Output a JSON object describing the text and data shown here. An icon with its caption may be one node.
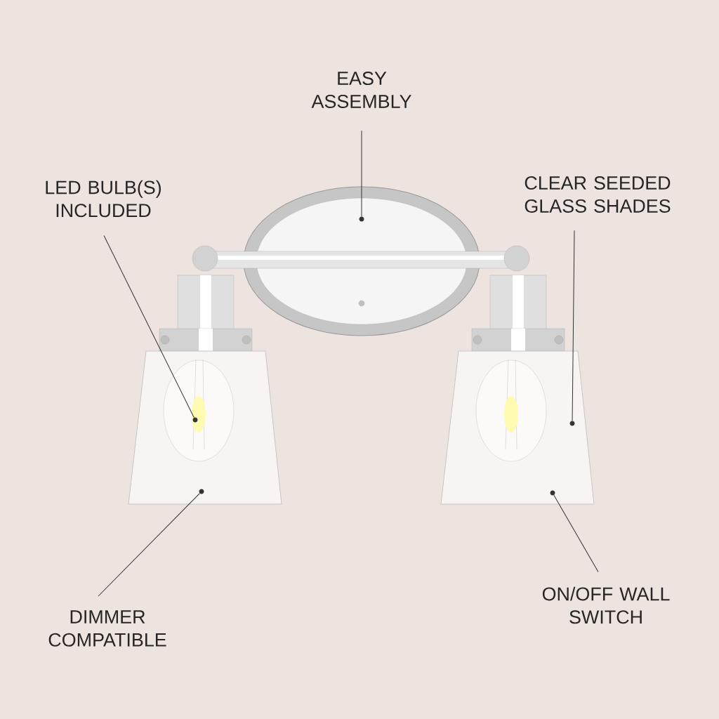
{
  "diagram": {
    "nodes": [
      {
        "text": [
          "EASY ASSEMBLY"
        ]
      },
      {
        "text": [
          "LED BULB(S) INCLUDED"
        ]
      },
      {
        "text": [
          "CLEAR SEEDED GLASS SHADES"
        ]
      },
      {
        "text": [
          "DIMMER COMPATIBLE"
        ]
      },
      {
        "text": [
          "ON/OFF WALL SWITCH"
        ]
      },
      {
        "text": [],
        "shape": "circle"
      },
      {
        "text": [],
        "shape": "circle"
      },
      {
        "text": [],
        "shape": "circle"
      },
      {
        "text": [],
        "shape": "circle"
      },
      {
        "text": [],
        "shape": "circle"
      }
    ],
    "edges": [
      {
        "from": 0,
        "to": 7,
        "arrow": "none"
      },
      {
        "from": 1,
        "to": 5,
        "arrow": "none"
      },
      {
        "from": 2,
        "to": 9,
        "arrow": "none"
      },
      {
        "from": 3,
        "to": 6,
        "arrow": "none"
      },
      {
        "from": 4,
        "to": 8,
        "arrow": "none"
      }
    ]
  }
}
